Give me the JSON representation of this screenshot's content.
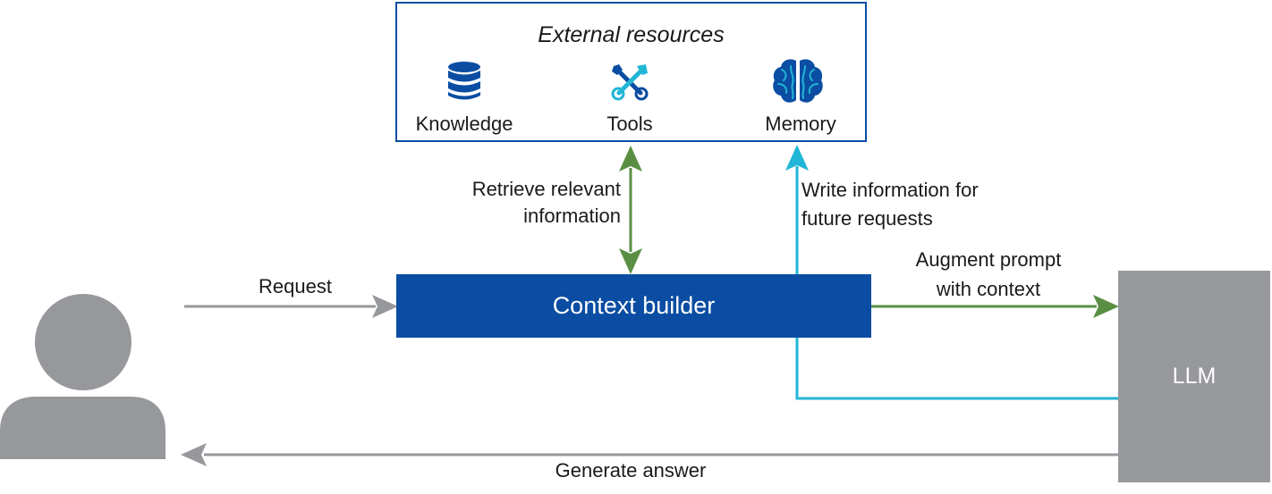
{
  "external_resources": {
    "title": "External resources",
    "items": [
      {
        "label": "Knowledge",
        "icon": "database-icon"
      },
      {
        "label": "Tools",
        "icon": "tools-icon"
      },
      {
        "label": "Memory",
        "icon": "brain-icon"
      }
    ]
  },
  "nodes": {
    "context_builder": "Context builder",
    "llm": "LLM",
    "user_icon": "user-icon"
  },
  "edges": {
    "request": "Request",
    "retrieve_line1": "Retrieve relevant",
    "retrieve_line2": "information",
    "write_line1": "Write information for",
    "write_line2": "future requests",
    "augment_line1": "Augment prompt",
    "augment_line2": "with context",
    "generate": "Generate answer"
  },
  "colors": {
    "blue": "#0a4da2",
    "green": "#5a8f43",
    "cyan": "#22b6d6",
    "gray": "#97989c"
  }
}
